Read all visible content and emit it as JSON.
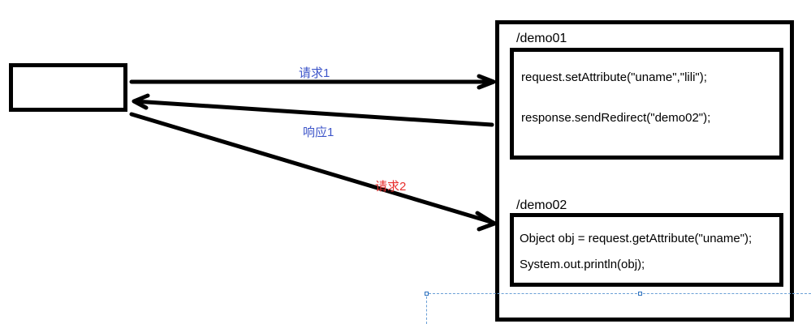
{
  "colors": {
    "line": "#000000",
    "request1_label": "#3d55c9",
    "response1_label": "#3d55c9",
    "request2_label": "#e8302e",
    "selection_guide": "#6a9fd6"
  },
  "diagram": {
    "demo01": {
      "title": "/demo01",
      "lines": [
        "request.setAttribute(\"uname\",\"lili\");",
        "response.sendRedirect(\"demo02\");"
      ]
    },
    "demo02": {
      "title": "/demo02",
      "lines": [
        "Object obj = request.getAttribute(\"uname\");",
        "System.out.println(obj);"
      ]
    },
    "arrows": {
      "request1": "请求1",
      "response1": "响应1",
      "request2": "请求2"
    }
  }
}
